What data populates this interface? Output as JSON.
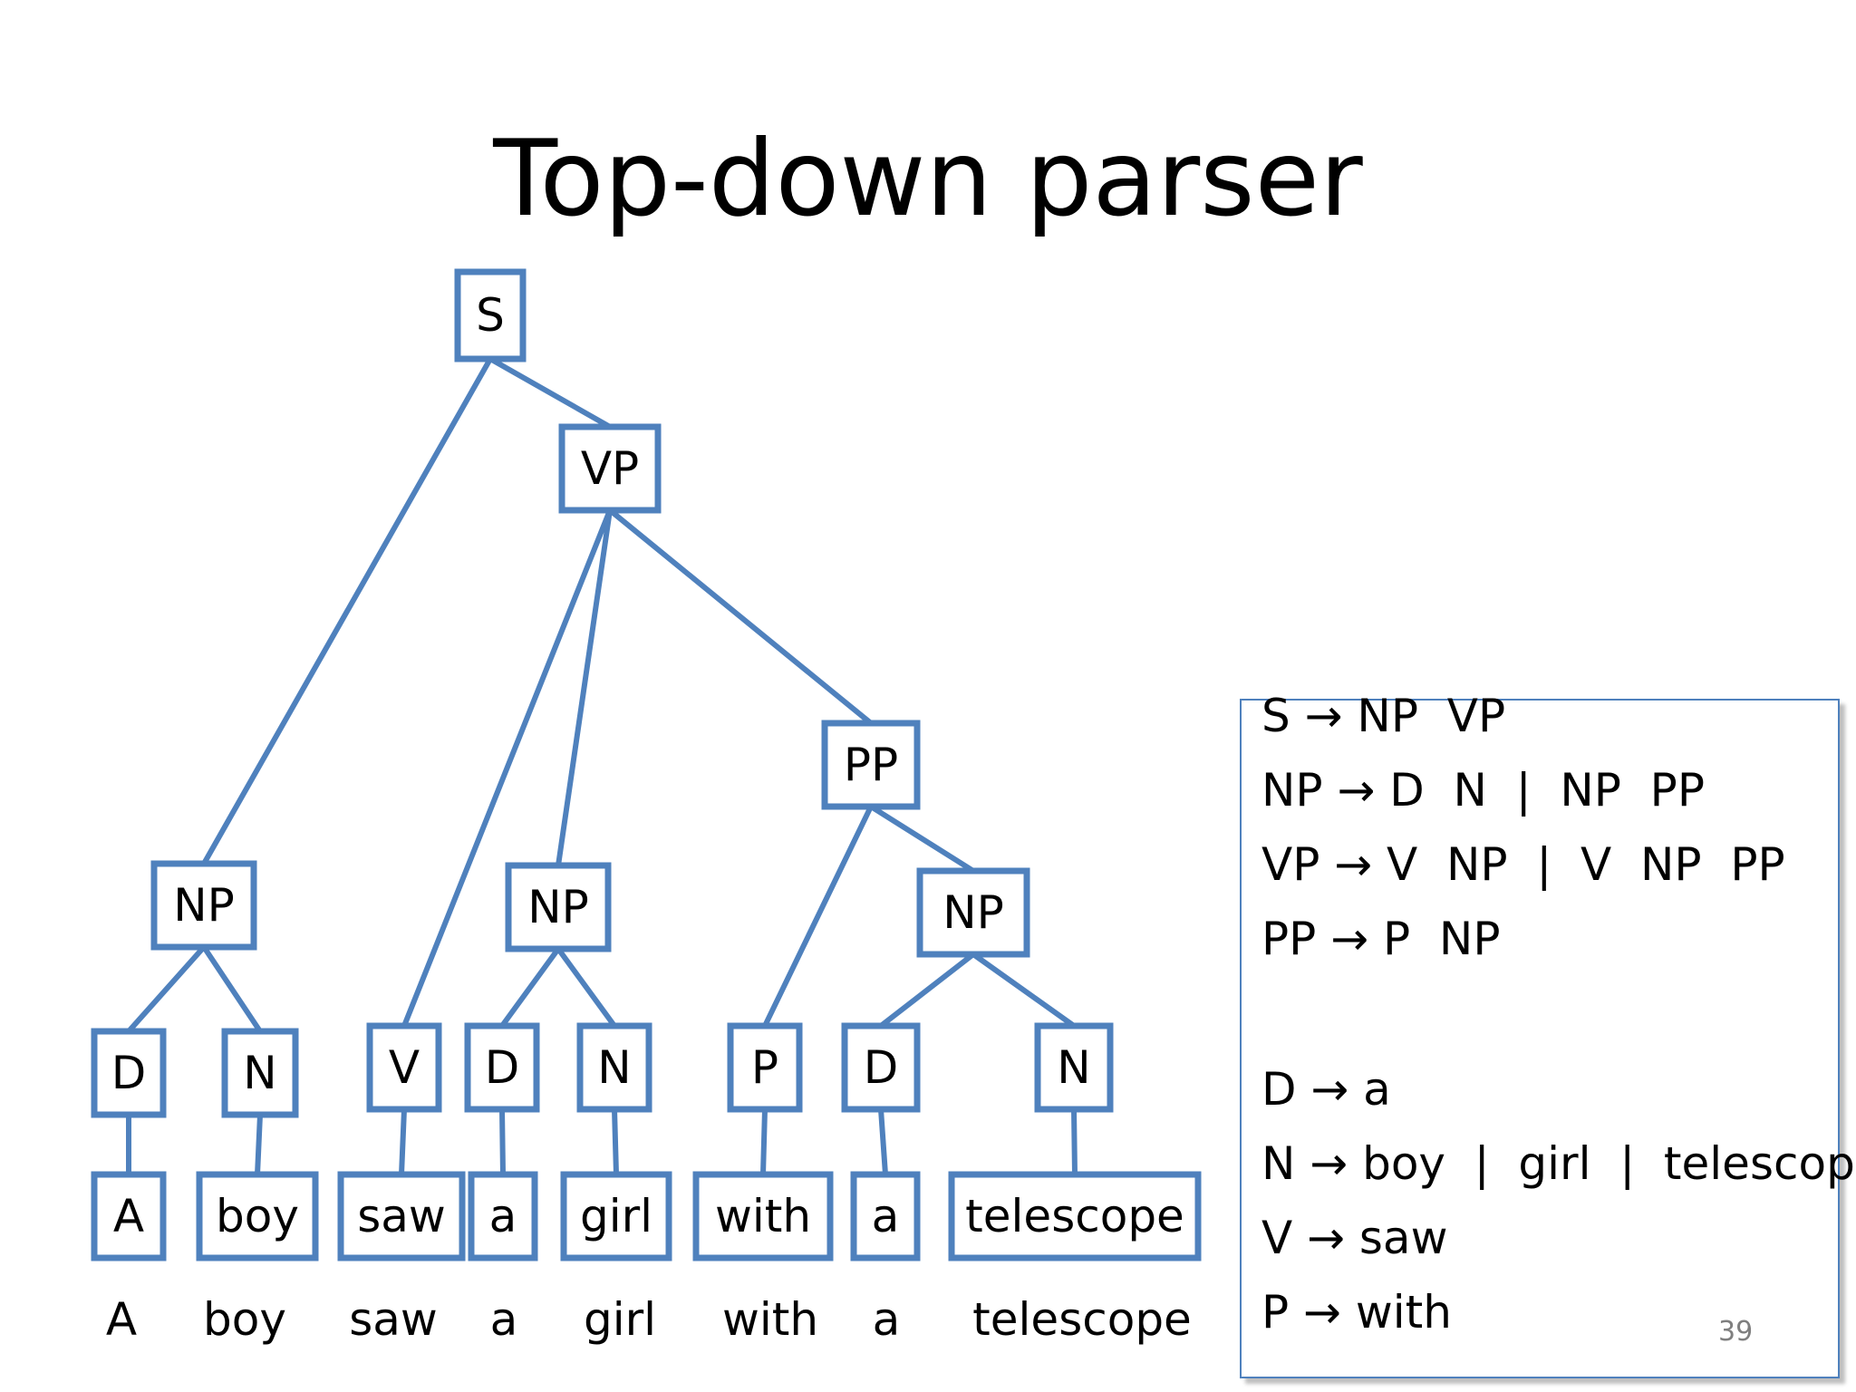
{
  "slide": {
    "title": "Top-down parser",
    "page_number": "39"
  },
  "colors": {
    "node_border": "#4F81BD",
    "text": "#000000",
    "page_number": "#7F7F7F"
  },
  "tree": {
    "nodes": [
      {
        "id": "s",
        "label": "S"
      },
      {
        "id": "vp",
        "label": "VP"
      },
      {
        "id": "np1",
        "label": "NP"
      },
      {
        "id": "np2",
        "label": "NP"
      },
      {
        "id": "pp",
        "label": "PP"
      },
      {
        "id": "np3",
        "label": "NP"
      },
      {
        "id": "d1",
        "label": "D"
      },
      {
        "id": "n1",
        "label": "N"
      },
      {
        "id": "v",
        "label": "V"
      },
      {
        "id": "d2",
        "label": "D"
      },
      {
        "id": "n2",
        "label": "N"
      },
      {
        "id": "p",
        "label": "P"
      },
      {
        "id": "d3",
        "label": "D"
      },
      {
        "id": "n3",
        "label": "N"
      },
      {
        "id": "w1",
        "label": "A"
      },
      {
        "id": "w2",
        "label": "boy"
      },
      {
        "id": "w3",
        "label": "saw"
      },
      {
        "id": "w4",
        "label": "a"
      },
      {
        "id": "w5",
        "label": "girl"
      },
      {
        "id": "w6",
        "label": "with"
      },
      {
        "id": "w7",
        "label": "a"
      },
      {
        "id": "w8",
        "label": "telescope"
      }
    ],
    "edges": [
      [
        "s",
        "np1"
      ],
      [
        "s",
        "vp"
      ],
      [
        "vp",
        "v"
      ],
      [
        "vp",
        "np2"
      ],
      [
        "vp",
        "pp"
      ],
      [
        "pp",
        "p"
      ],
      [
        "pp",
        "np3"
      ],
      [
        "np1",
        "d1"
      ],
      [
        "np1",
        "n1"
      ],
      [
        "np2",
        "d2"
      ],
      [
        "np2",
        "n2"
      ],
      [
        "np3",
        "d3"
      ],
      [
        "np3",
        "n3"
      ],
      [
        "d1",
        "w1"
      ],
      [
        "n1",
        "w2"
      ],
      [
        "v",
        "w3"
      ],
      [
        "d2",
        "w4"
      ],
      [
        "n2",
        "w5"
      ],
      [
        "p",
        "w6"
      ],
      [
        "d3",
        "w7"
      ],
      [
        "n3",
        "w8"
      ]
    ]
  },
  "sentence": [
    "A",
    "boy",
    "saw",
    "a",
    "girl",
    "with",
    "a",
    "telescope"
  ],
  "grammar": {
    "rules": [
      "S → NP  VP",
      "NP → D  N  |  NP  PP",
      "VP → V  NP  |  V  NP  PP",
      "PP → P  NP",
      "D → a",
      "N → boy  |  girl  |  telescope",
      "V → saw",
      "P → with"
    ]
  }
}
